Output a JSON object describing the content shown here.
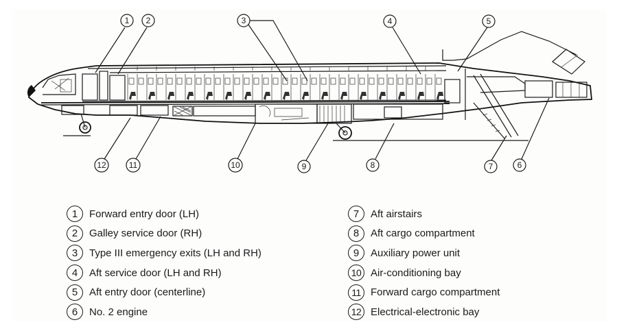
{
  "figure": {
    "title": "Boeing 727 cutaway — door, cargo and equipment locations",
    "callouts": [
      {
        "id": "1",
        "label": "1"
      },
      {
        "id": "2",
        "label": "2"
      },
      {
        "id": "3",
        "label": "3"
      },
      {
        "id": "4",
        "label": "4"
      },
      {
        "id": "5",
        "label": "5"
      },
      {
        "id": "6",
        "label": "6"
      },
      {
        "id": "7",
        "label": "7"
      },
      {
        "id": "8",
        "label": "8"
      },
      {
        "id": "9",
        "label": "9"
      },
      {
        "id": "10",
        "label": "10"
      },
      {
        "id": "11",
        "label": "11"
      },
      {
        "id": "12",
        "label": "12"
      }
    ]
  },
  "legend": {
    "left": [
      {
        "num": "1",
        "text": "Forward entry door (LH)"
      },
      {
        "num": "2",
        "text": "Galley service door (RH)"
      },
      {
        "num": "3",
        "text": "Type III emergency exits (LH and RH)"
      },
      {
        "num": "4",
        "text": "Aft service door (LH and RH)"
      },
      {
        "num": "5",
        "text": "Aft entry door (centerline)"
      },
      {
        "num": "6",
        "text": "No. 2 engine"
      }
    ],
    "right": [
      {
        "num": "7",
        "text": "Aft airstairs"
      },
      {
        "num": "8",
        "text": "Aft cargo compartment"
      },
      {
        "num": "9",
        "text": "Auxiliary power unit"
      },
      {
        "num": "10",
        "text": "Air-conditioning bay"
      },
      {
        "num": "11",
        "text": "Forward cargo compartment"
      },
      {
        "num": "12",
        "text": "Electrical-electronic bay"
      }
    ]
  }
}
